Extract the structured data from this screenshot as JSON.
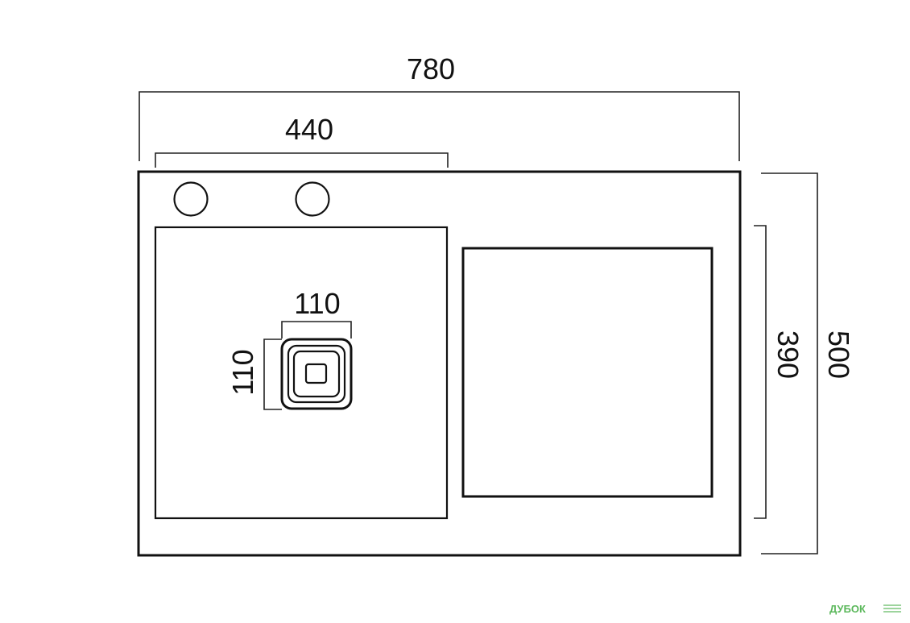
{
  "dimensions": {
    "overall_width": "780",
    "bowl_width": "440",
    "drain_width": "110",
    "drain_height": "110",
    "inner_height": "390",
    "overall_height": "500"
  },
  "watermark": {
    "text": "ДУБОК"
  },
  "colors": {
    "line": "#111111",
    "watermark": "#5cb85c"
  }
}
